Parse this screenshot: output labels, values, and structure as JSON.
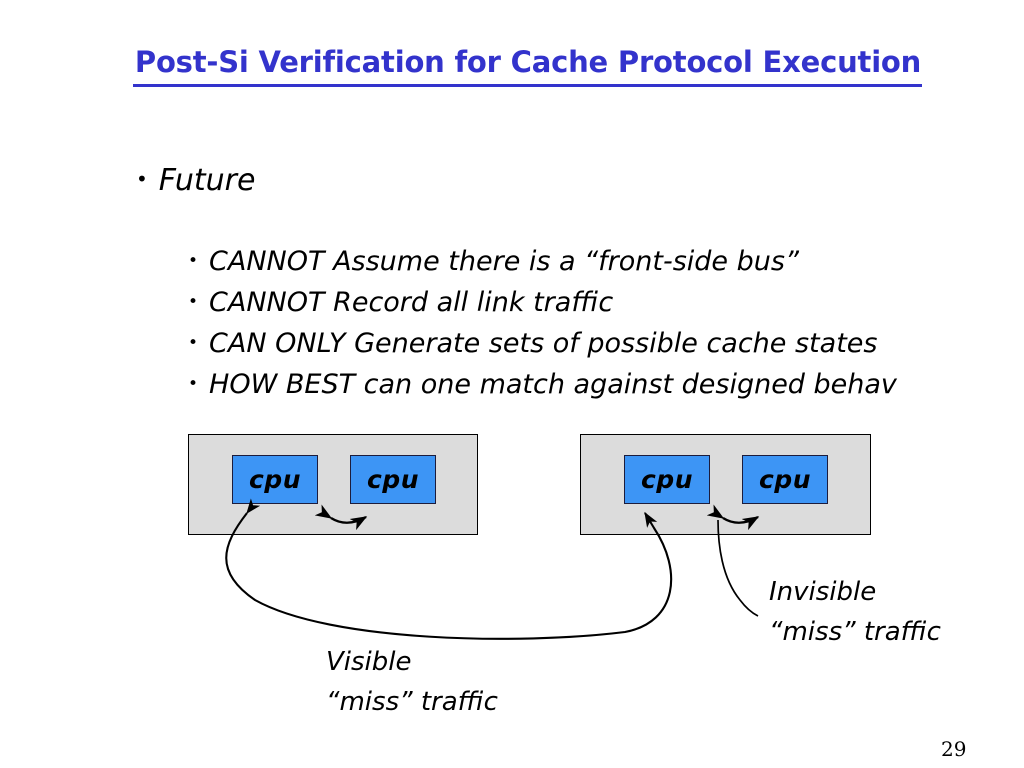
{
  "slide": {
    "title": "Post-Si Verification for Cache Protocol Execution",
    "title_color": "#3333CC",
    "page_number": "29",
    "background": "#FFFFFF"
  },
  "bullets": {
    "dot": "•",
    "level1": [
      {
        "text": "Future"
      }
    ],
    "level2": [
      {
        "text": "CANNOT Assume there is a “front-side bus”"
      },
      {
        "text": "CANNOT Record  all link traffic"
      },
      {
        "text": "CAN ONLY Generate sets of possible cache states"
      },
      {
        "text": " HOW BEST can one match against designed behav"
      }
    ]
  },
  "diagram": {
    "group_fill": "#DCDCDC",
    "group_stroke": "#000000",
    "cpu_fill": "#3D95F5",
    "cpu_stroke": "#1C1C3C",
    "arrow_color": "#000000",
    "groups": [
      {
        "name": "left-node",
        "cpus": [
          {
            "label": "cpu"
          },
          {
            "label": "cpu"
          }
        ]
      },
      {
        "name": "right-node",
        "cpus": [
          {
            "label": "cpu"
          },
          {
            "label": "cpu"
          }
        ]
      }
    ]
  },
  "callouts": {
    "visible": {
      "line1": "Visible",
      "line2": "“miss” traffic"
    },
    "invisible": {
      "line1": "Invisible",
      "line2": "“miss” traffic"
    }
  }
}
